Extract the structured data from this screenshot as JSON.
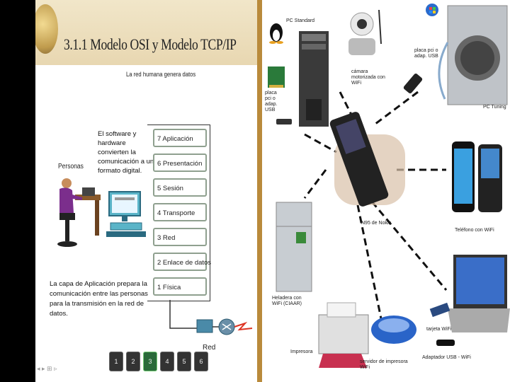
{
  "slide": {
    "title": "3.1.1 Modelo OSI y Modelo TCP/IP",
    "caption": "La red humana genera datos",
    "personas_label": "Personas",
    "software_text": "El software y hardware convierten la comunicación a un formato digital.",
    "layers": [
      "7 Aplicación",
      "6 Presentación",
      "5 Sesión",
      "4 Transporte",
      "3 Red",
      "2 Enlace de datos",
      "1 Física"
    ],
    "app_text": "La capa de Aplicación prepara la comunicación entre las personas para la transmisión en la red de datos.",
    "red_label": "Red",
    "nav": [
      "1",
      "2",
      "3",
      "4",
      "5",
      "6"
    ],
    "nav_active": 2,
    "mini_nav": "◂ ▸ ⊞ ▹"
  },
  "devices": {
    "pc_standard": "PC Standard",
    "camera": "cámara motorizada con WiFi",
    "placa_top": "placa pci o adap. USB",
    "placa_left": "placa pci o adap. USB",
    "pc_tuning": "PC Tuning",
    "n95": "N95 de Nokia",
    "telefono": "Teléfono con WiFi",
    "heladera": "Heladera con WiFi (CIAAR)",
    "impresora": "Impresora",
    "servidor": "servidor de impresora WiFi",
    "tarjeta": "tarjeta WiFi",
    "adaptador": "Adaptador USB - WiFi"
  }
}
